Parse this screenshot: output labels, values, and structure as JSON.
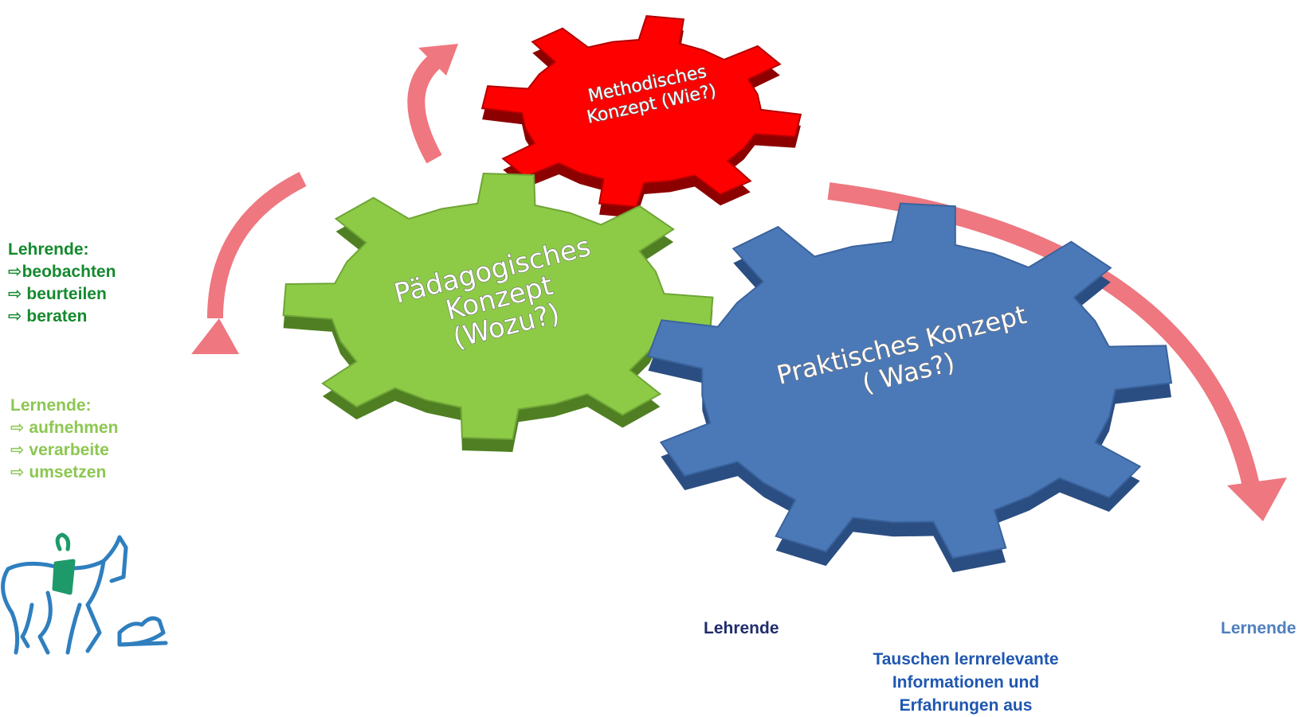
{
  "gears": {
    "methodisch": {
      "line1": "Methodisches",
      "line2": "Konzept (Wie?)",
      "color": "#ff0000"
    },
    "paedagogisch": {
      "line1": "Pädagogisches",
      "line2": "Konzept",
      "line3": "(Wozu?)",
      "color": "#8dcb47"
    },
    "praktisch": {
      "line1": "Praktisches Konzept",
      "line2": "( Was?)",
      "color": "#4b79b8"
    }
  },
  "lehrende_list": {
    "title": "Lehrende:",
    "items": [
      "⇨beobachten",
      "⇨ beurteilen",
      "⇨ beraten"
    ],
    "color": "#148a2e"
  },
  "lernende_list": {
    "title": "Lernende:",
    "items": [
      "⇨ aufnehmen",
      "⇨ verarbeite",
      "⇨ umsetzen"
    ],
    "color": "#8cc751"
  },
  "bottom": {
    "lehrende_label": "Lehrende",
    "lernende_label": "Lernende",
    "exchange_lines": [
      "Tauschen lernrelevante",
      "Informationen und",
      "Erfahrungen aus"
    ]
  },
  "arrow_color": "#ee7780",
  "logo": {
    "description_icon": "horse-rider-dog-logo-icon",
    "colors": [
      "#2f7fbf",
      "#1e9a6a"
    ]
  }
}
